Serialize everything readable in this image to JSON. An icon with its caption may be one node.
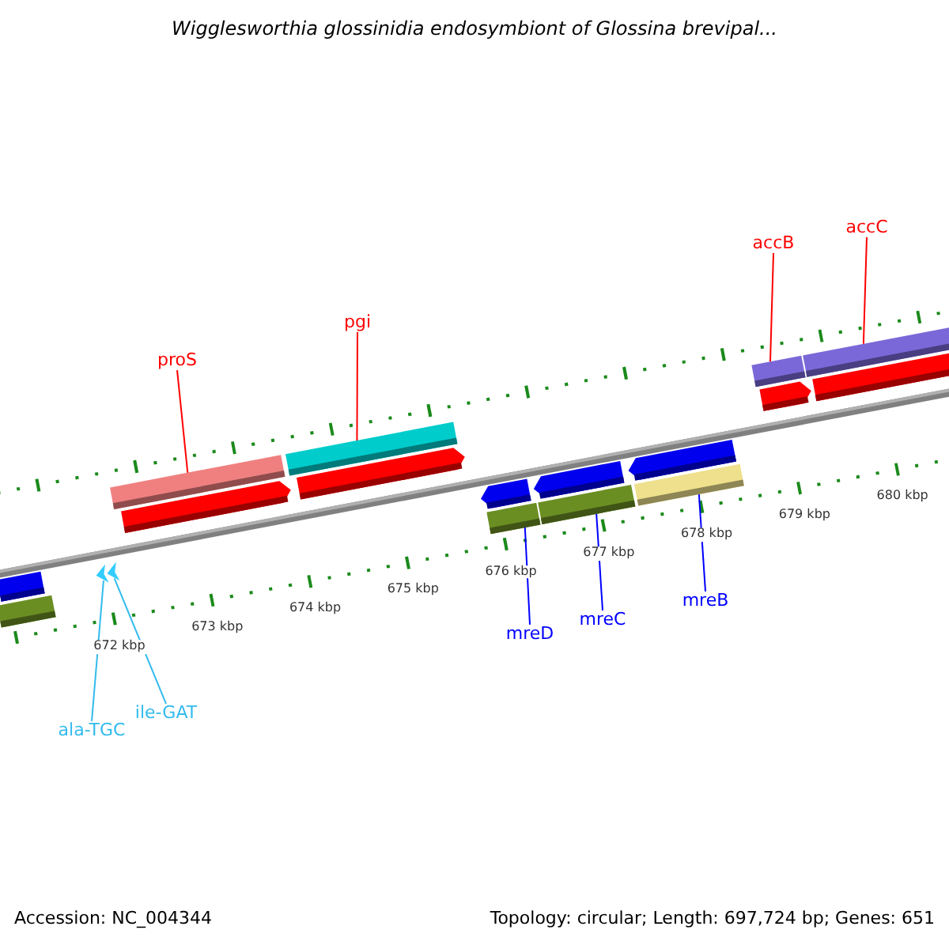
{
  "diagram": {
    "title": "Wigglesworthia glossinidia endosymbiont of Glossina brevipal...",
    "nodes": [
      {
        "text": [
          "proS"
        ]
      },
      {
        "text": [],
        "shape": "bar"
      },
      {
        "text": [
          "pgi"
        ]
      },
      {
        "text": [],
        "shape": "bar"
      },
      {
        "text": [
          "accB"
        ]
      },
      {
        "text": [],
        "shape": "bar"
      },
      {
        "text": [
          "accC"
        ]
      },
      {
        "text": [],
        "shape": "bar"
      },
      {
        "text": [
          "mreD"
        ]
      },
      {
        "text": [],
        "shape": "bar"
      },
      {
        "text": [
          "mreC"
        ]
      },
      {
        "text": [],
        "shape": "bar"
      },
      {
        "text": [
          "mreB"
        ]
      },
      {
        "text": [],
        "shape": "bar"
      },
      {
        "text": [
          "ala-TGC"
        ]
      },
      {
        "text": [],
        "shape": "arrow"
      },
      {
        "text": [
          "ile-GAT"
        ]
      },
      {
        "text": [],
        "shape": "arrow"
      },
      {
        "text": [],
        "shape": "arrow"
      },
      {
        "text": [],
        "shape": "arrow"
      },
      {
        "text": [],
        "shape": "arrow"
      },
      {
        "text": [],
        "shape": "arrow"
      },
      {
        "text": [],
        "shape": "arrow"
      },
      {
        "text": [],
        "shape": "arrow"
      },
      {
        "text": [],
        "shape": "arrow"
      },
      {
        "text": [],
        "shape": "bar"
      },
      {
        "text": [],
        "shape": "bar"
      }
    ],
    "edges": [
      {
        "from": 0,
        "to": 1,
        "arrow": "none"
      },
      {
        "from": 2,
        "to": 3,
        "arrow": "none"
      },
      {
        "from": 4,
        "to": 5,
        "arrow": "none"
      },
      {
        "from": 6,
        "to": 7,
        "arrow": "none"
      },
      {
        "from": 8,
        "to": 9,
        "arrow": "none",
        "color": "#0000ff"
      },
      {
        "from": 10,
        "to": 11,
        "arrow": "none",
        "color": "#0000ff"
      },
      {
        "from": 12,
        "to": 13,
        "arrow": "none",
        "color": "#0000ff"
      },
      {
        "from": 14,
        "to": 15,
        "arrow": "none",
        "color": "#33bbee"
      },
      {
        "from": 16,
        "to": 17,
        "arrow": "none",
        "color": "#33bbee"
      }
    ],
    "labels": [
      "672 kbp",
      "673 kbp",
      "674 kbp",
      "675 kbp",
      "676 kbp",
      "677 kbp",
      "678 kbp",
      "679 kbp",
      "680 kbp",
      "Accession: NC_004344",
      "Topology: circular; Length: 697,724 bp; Genes: 651"
    ]
  }
}
